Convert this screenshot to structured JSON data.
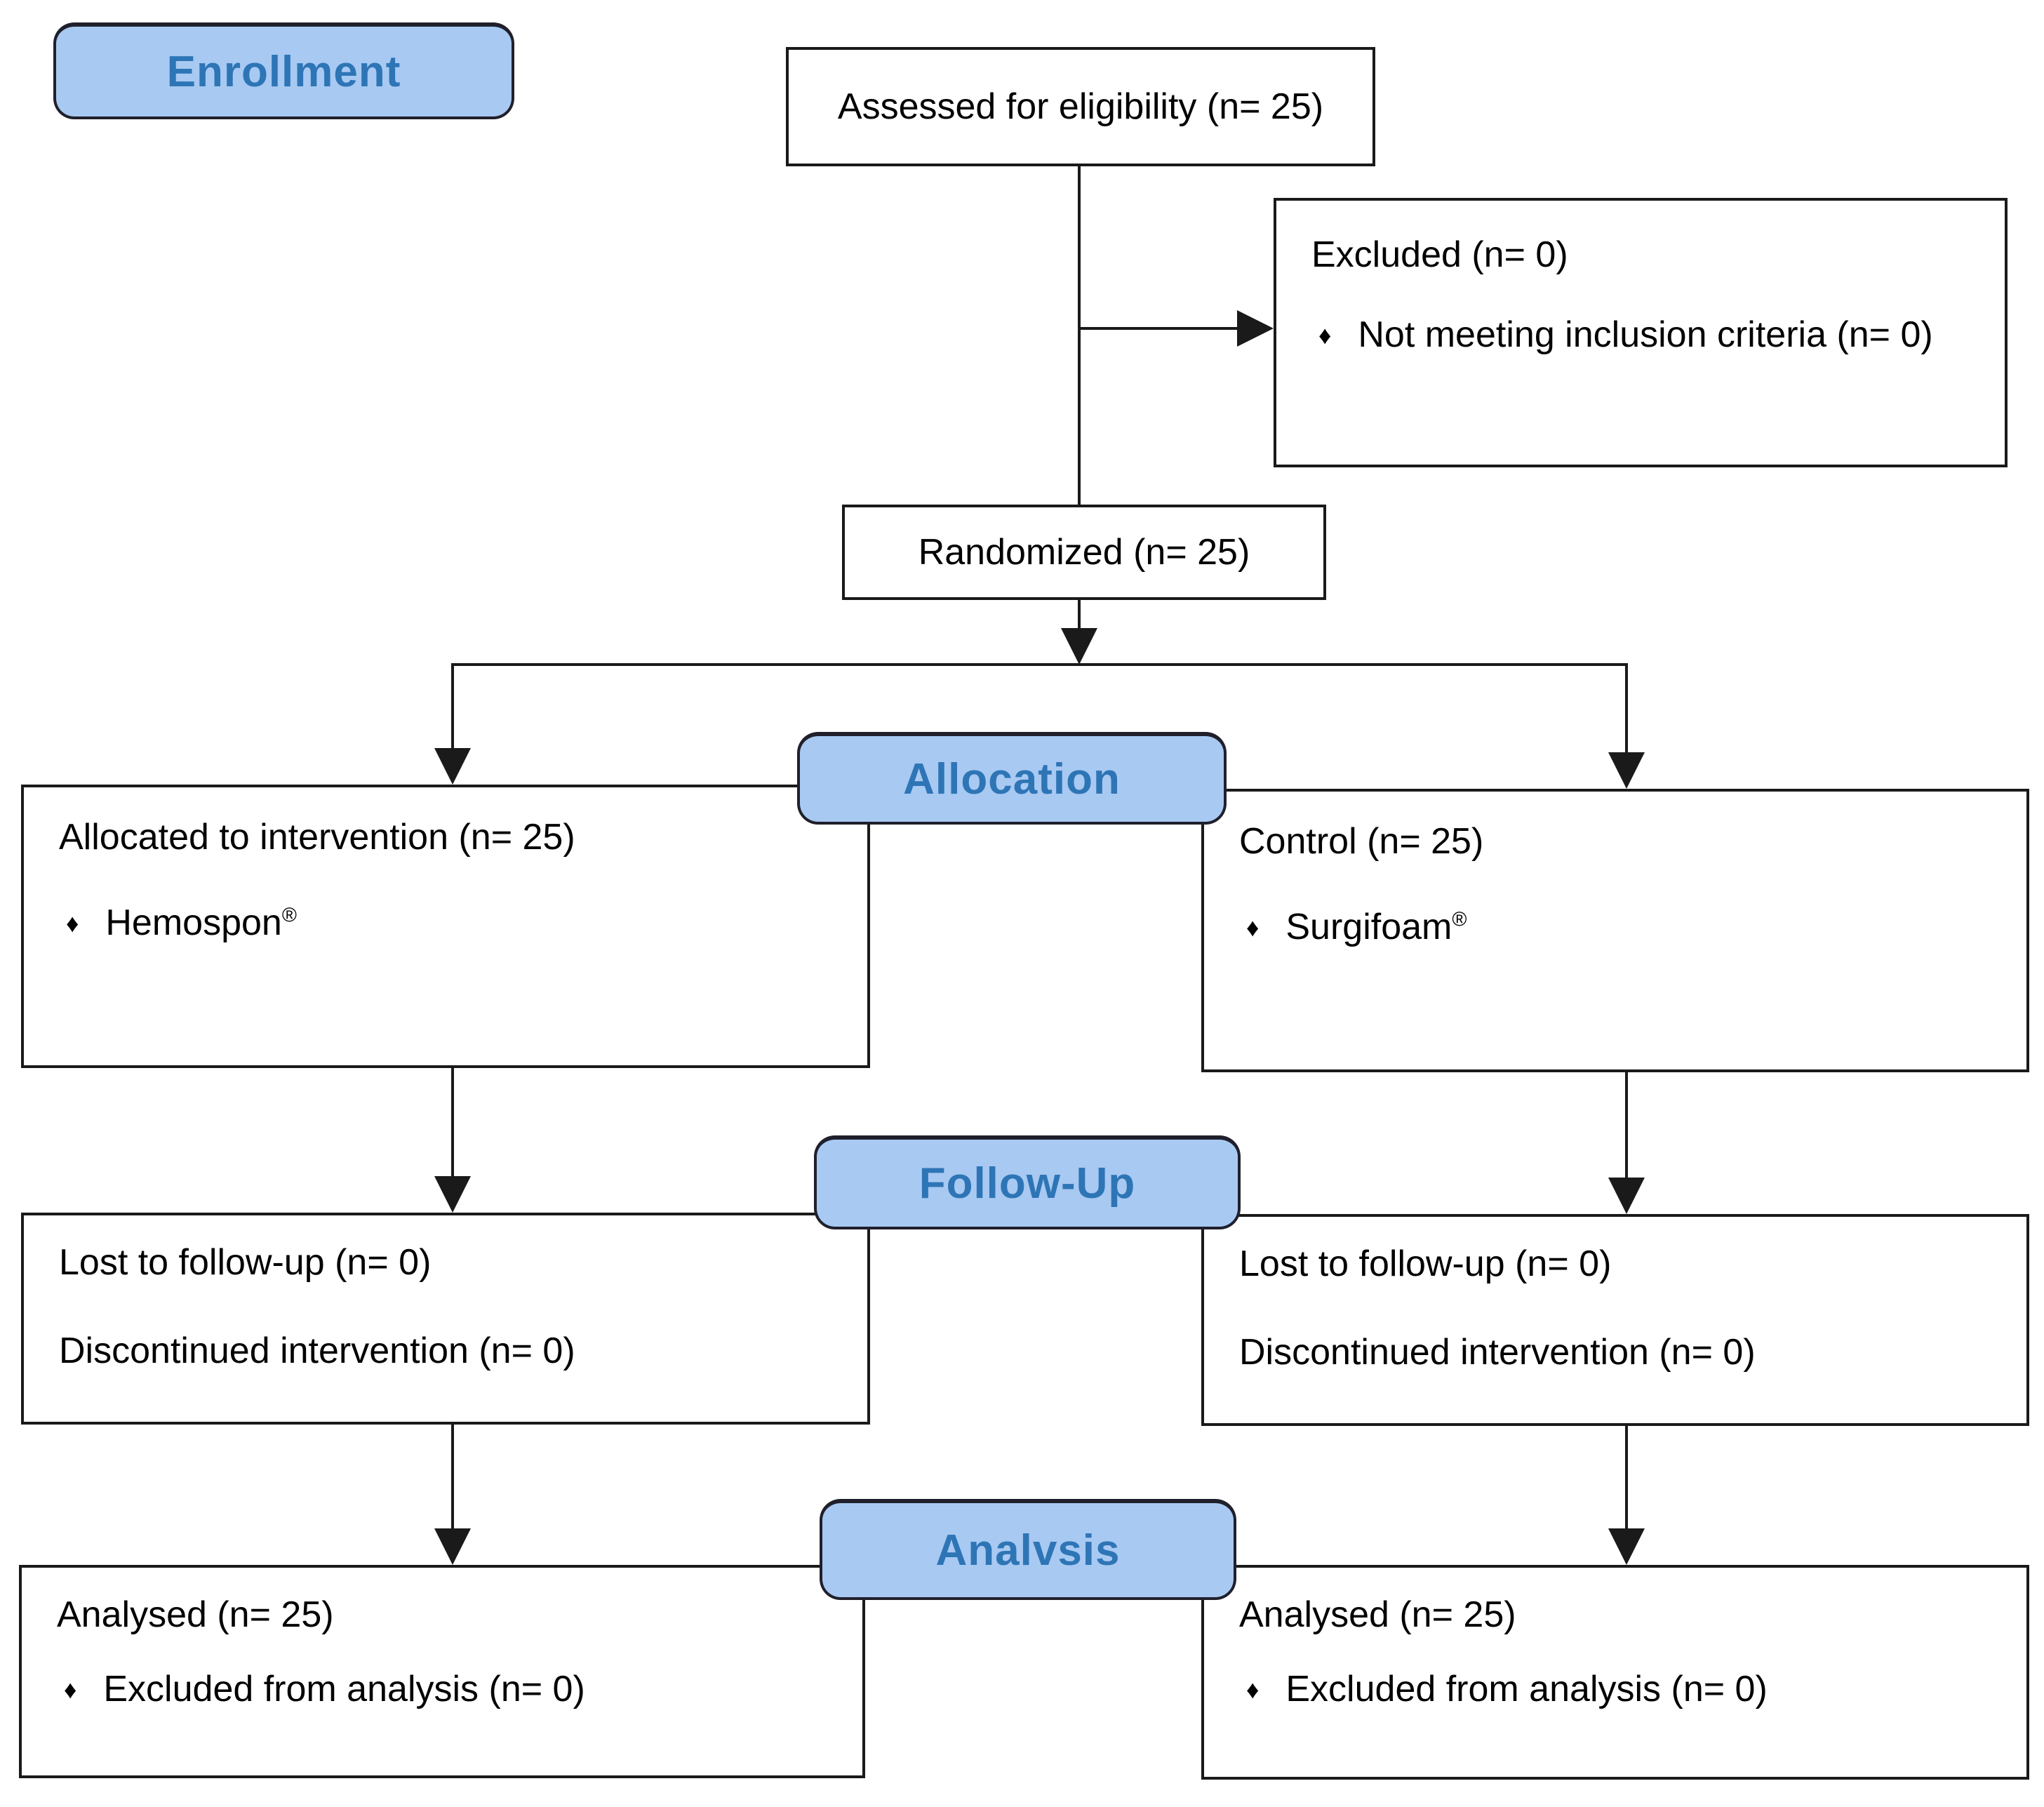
{
  "phases": {
    "enrollment": "Enrollment",
    "allocation": "Allocation",
    "follow_up": "Follow-Up",
    "analysis": "Analvsis"
  },
  "glyphs": {
    "diamond_bullet": "♦"
  },
  "colors": {
    "phase_label_fill": "#a8c9f2",
    "phase_label_text": "#2e75b6",
    "phase_label_border": "#20202c",
    "box_border": "#1a1a1a",
    "connector": "#1a1a1a",
    "box_text": "#000000",
    "background": "#ffffff"
  },
  "enrollment": {
    "assessed_box": {
      "text": "Assessed for eligibility (n= 25)"
    },
    "excluded_box": {
      "title": "Excluded (n= 0)",
      "bullets": [
        {
          "text": "Not meeting inclusion criteria (n= 0)"
        }
      ]
    },
    "randomized_box": {
      "text": "Randomized (n= 25)"
    }
  },
  "allocation": {
    "intervention_box": {
      "title": "Allocated to intervention (n= 25)",
      "bullets": [
        {
          "text": "Hemospon",
          "sup": "®"
        }
      ]
    },
    "control_box": {
      "title": "Control (n= 25)",
      "bullets": [
        {
          "text": "Surgifoam",
          "sup": "®"
        }
      ]
    }
  },
  "follow_up": {
    "intervention_box": {
      "lines": [
        "Lost to follow-up (n= 0)",
        "Discontinued intervention (n= 0)"
      ]
    },
    "control_box": {
      "lines": [
        "Lost to follow-up (n= 0)",
        "Discontinued intervention (n= 0)"
      ]
    }
  },
  "analysis": {
    "intervention_box": {
      "title": "Analysed (n= 25)",
      "bullets": [
        {
          "text": "Excluded from analysis (n= 0)"
        }
      ]
    },
    "control_box": {
      "title": "Analysed (n= 25)",
      "bullets": [
        {
          "text": "Excluded from analysis (n= 0)"
        }
      ]
    }
  }
}
